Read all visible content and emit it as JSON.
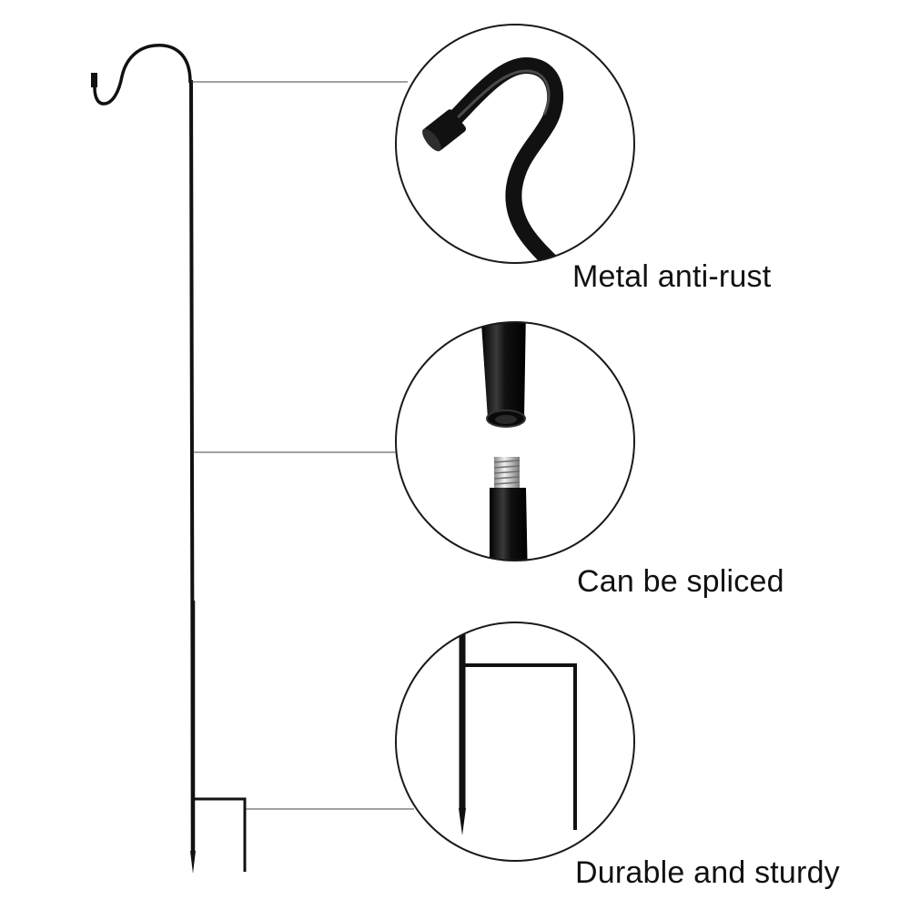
{
  "captions": {
    "feature_1": "Metal anti-rust",
    "feature_2": "Can be spliced",
    "feature_3": "Durable and sturdy"
  },
  "colors": {
    "metal": "#111111",
    "circle_border": "#1a1a1a",
    "callout_line": "#444444",
    "thread": "#c8c8c8",
    "background": "#ffffff"
  }
}
